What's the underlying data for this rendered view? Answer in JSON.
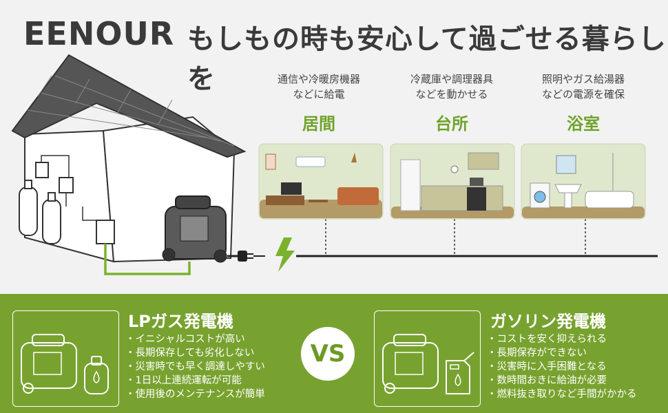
{
  "header": {
    "brand": "EENOUR",
    "headline": "もしもの時も安心して過ごせる暮らしを"
  },
  "rooms": [
    {
      "desc_line1": "通信や冷暖房機器",
      "desc_line2": "などに給電",
      "name": "居間"
    },
    {
      "desc_line1": "冷蔵庫や調理器具",
      "desc_line2": "などを動かせる",
      "name": "台所"
    },
    {
      "desc_line1": "照明やガス給湯器",
      "desc_line2": "などの電源を確保",
      "name": "浴室"
    }
  ],
  "comparison": {
    "vs_label": "VS",
    "lp": {
      "title": "LPガス発電機",
      "features": [
        "イニシャルコストが高い",
        "長期保存しても劣化しない",
        "災害時でも早く調達しやすい",
        "1日以上連続運転が可能",
        "使用後のメンテナンスが簡単"
      ]
    },
    "gasoline": {
      "title": "ガソリン発電機",
      "features": [
        "コストを安く抑えられる",
        "長期保存ができない",
        "災害時に入手困難となる",
        "数時間おきに給油が必要",
        "燃料抜き取りなど手間がかかる"
      ]
    }
  },
  "colors": {
    "accent_green": "#78a22f",
    "room_title_green": "#6fa32a",
    "text_dark": "#3a3a3a"
  }
}
